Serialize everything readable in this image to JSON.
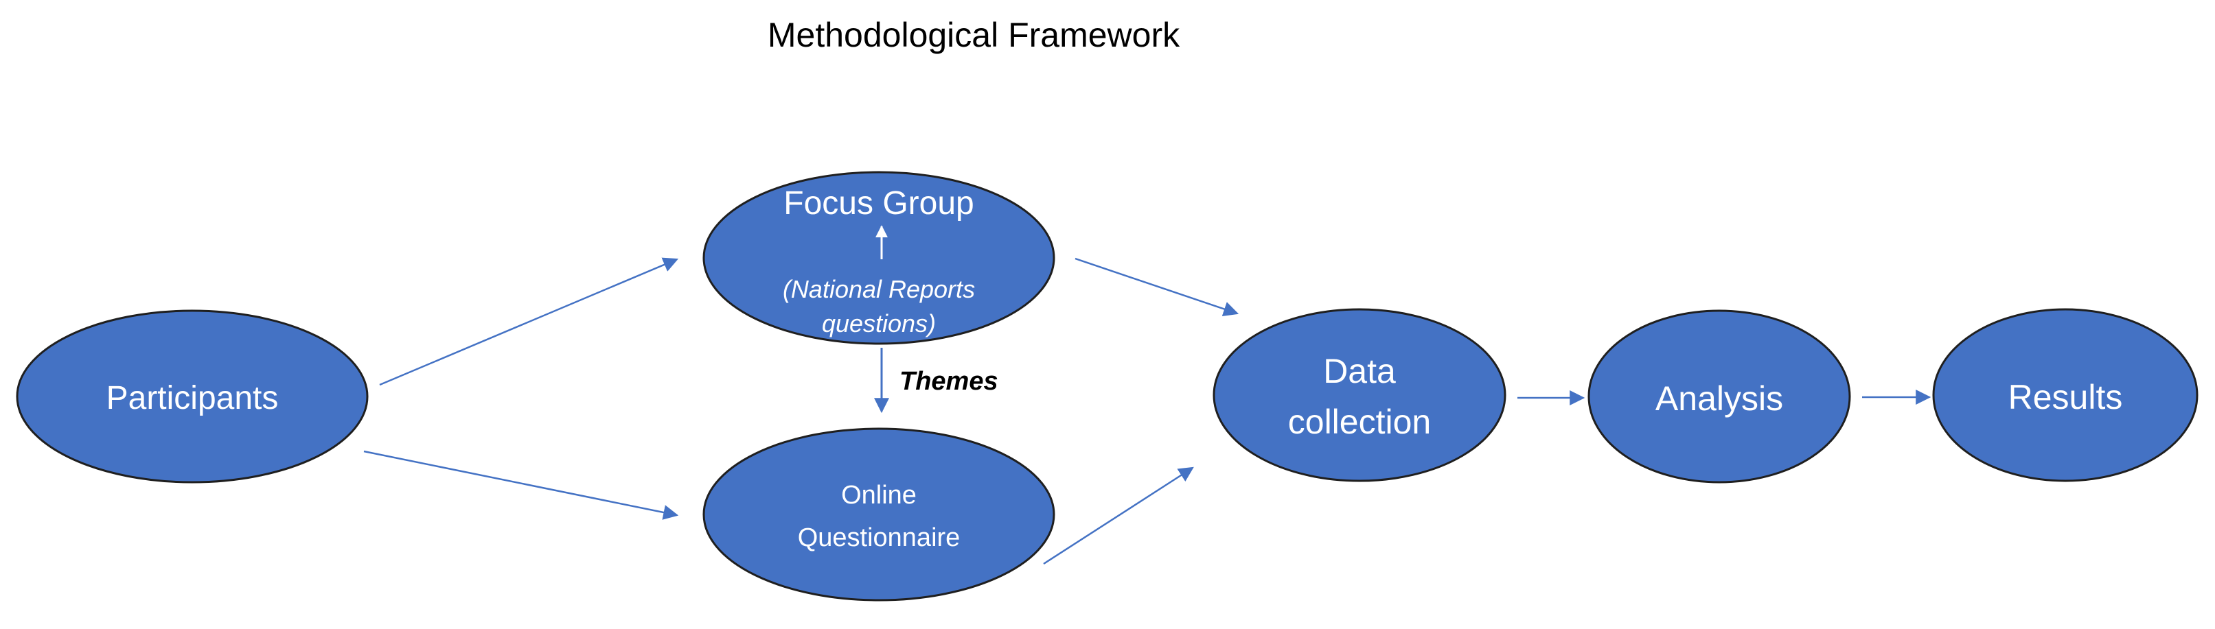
{
  "title": "Methodological Framework",
  "nodes": {
    "participants": {
      "label": "Participants"
    },
    "focus_group": {
      "label": "Focus Group",
      "sublabel_line1": "(National Reports",
      "sublabel_line2": "questions)"
    },
    "online_questionnaire": {
      "label_line1": "Online",
      "label_line2": "Questionnaire"
    },
    "data_collection": {
      "label_line1": "Data",
      "label_line2": "collection"
    },
    "analysis": {
      "label": "Analysis"
    },
    "results": {
      "label": "Results"
    }
  },
  "edges": {
    "focus_to_questionnaire": {
      "label": "Themes"
    }
  },
  "colors": {
    "node_fill": "#4472C4",
    "node_stroke": "#1F1F1F",
    "arrow": "#4472C4",
    "inner_arrow": "#ffffff",
    "title": "#000000"
  }
}
